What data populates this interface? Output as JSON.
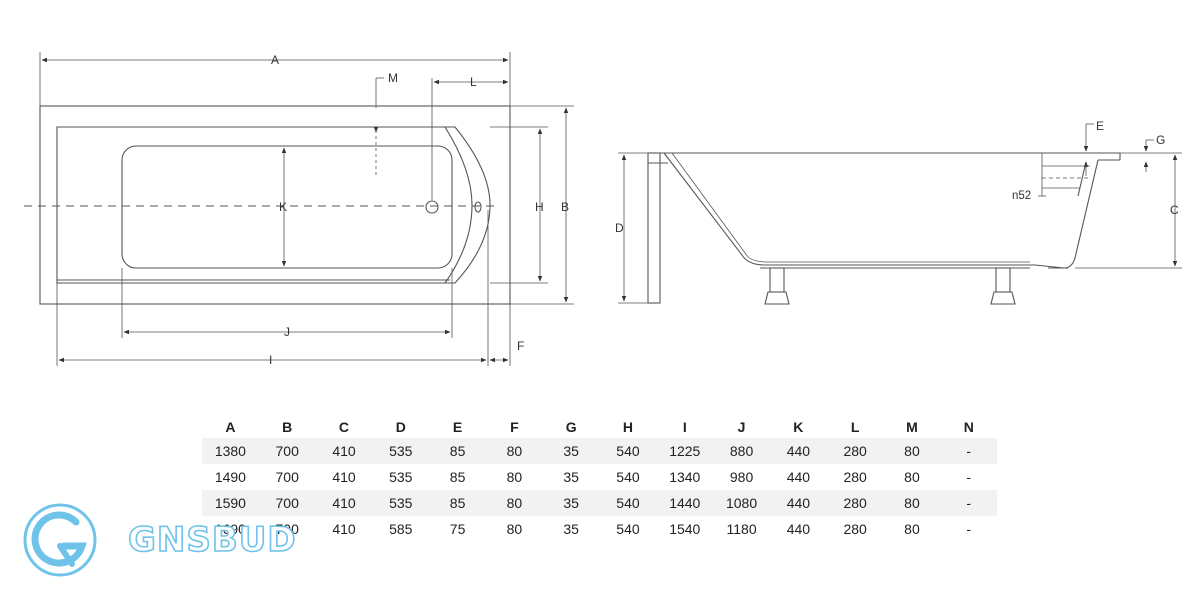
{
  "diagram": {
    "top_view_labels": {
      "A": "A",
      "M": "M",
      "L": "L",
      "K": "K",
      "H": "H",
      "B": "B",
      "J": "J",
      "I": "I",
      "F": "F"
    },
    "side_view_labels": {
      "E": "E",
      "G": "G",
      "n52": "n52",
      "D": "D",
      "C": "C"
    }
  },
  "table": {
    "headers": [
      "A",
      "B",
      "C",
      "D",
      "E",
      "F",
      "G",
      "H",
      "I",
      "J",
      "K",
      "L",
      "M",
      "N"
    ],
    "rows": [
      [
        "1380",
        "700",
        "410",
        "535",
        "85",
        "80",
        "35",
        "540",
        "1225",
        "880",
        "440",
        "280",
        "80",
        "-"
      ],
      [
        "1490",
        "700",
        "410",
        "535",
        "85",
        "80",
        "35",
        "540",
        "1340",
        "980",
        "440",
        "280",
        "80",
        "-"
      ],
      [
        "1590",
        "700",
        "410",
        "535",
        "85",
        "80",
        "35",
        "540",
        "1440",
        "1080",
        "440",
        "280",
        "80",
        "-"
      ],
      [
        "1690",
        "700",
        "410",
        "585",
        "75",
        "80",
        "35",
        "540",
        "1540",
        "1180",
        "440",
        "280",
        "80",
        "-"
      ]
    ]
  },
  "logo": {
    "text": "GNSBUD",
    "color": "#6fc3ea"
  }
}
